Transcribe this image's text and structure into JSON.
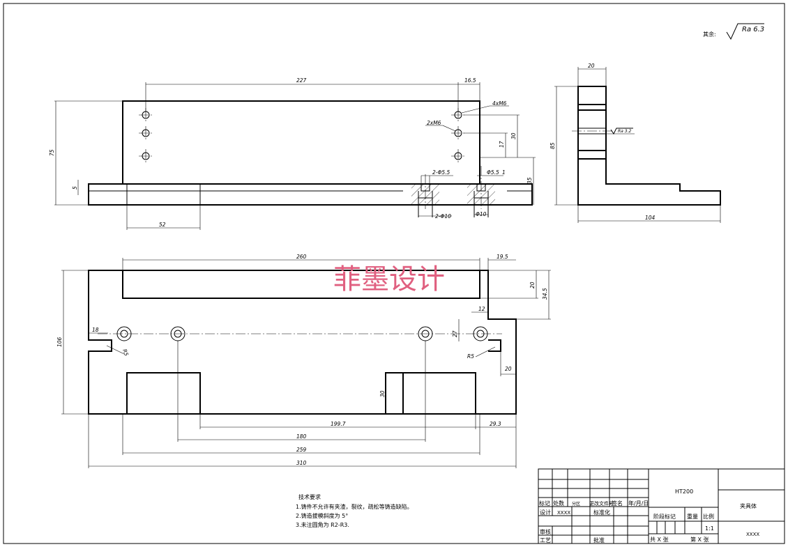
{
  "roughness": {
    "label": "其余:",
    "value": "Ra 6.3"
  },
  "watermark": "菲墨设计",
  "tech_requirements": {
    "title": "技术要求",
    "items": [
      "1.铸件不允许有夹渣，裂纹，疏松等铸造缺陷。",
      "2.铸造拔模斜度为 5°",
      "3.未注圆角为 R2-R3."
    ]
  },
  "title_block": {
    "material": "HT200",
    "part_name": "夹具体",
    "drawing_no": "XXXX",
    "scale": "1:1",
    "headers": [
      "标记",
      "处数",
      "分区",
      "更改文件号",
      "签名",
      "年/月/日"
    ],
    "design_label": "设计",
    "design_name": "XXXX",
    "standardize_label": "标准化",
    "review_label": "审核",
    "process_label": "工艺",
    "approve_label": "批准",
    "stage_label": "阶段标记",
    "weight_label": "重量",
    "scale_label": "比例",
    "sheets_total": "共 X 张",
    "sheet_no": "第 X 张"
  },
  "front_view": {
    "dims": {
      "d227": "227",
      "d16_5": "16.5",
      "d75": "75",
      "d5": "5",
      "d52": "52",
      "d35": "35",
      "d30": "30",
      "d17": "17",
      "d4m6": "4xM6",
      "d2m6": "2xM6",
      "d2p5_5": "2-Φ5.5",
      "dp5_5": "Φ5.5",
      "d1": "1",
      "d2p10": "2-Φ10",
      "dp10": "Φ10"
    }
  },
  "side_view": {
    "dims": {
      "d20": "20",
      "d85": "85",
      "d104": "104",
      "ra": "Ra 3.2"
    }
  },
  "top_view": {
    "dims": {
      "d260": "260",
      "d19_5": "19.5",
      "d20": "20",
      "d34_5": "34.5",
      "d12": "12",
      "d27": "27",
      "d18": "18",
      "dR5a": "R5",
      "dR5b": "R5",
      "d20b": "20",
      "d106": "106",
      "d30": "30",
      "d199_7": "199.7",
      "d29_3": "29.3",
      "d180": "180",
      "d259": "259",
      "d310": "310"
    }
  }
}
